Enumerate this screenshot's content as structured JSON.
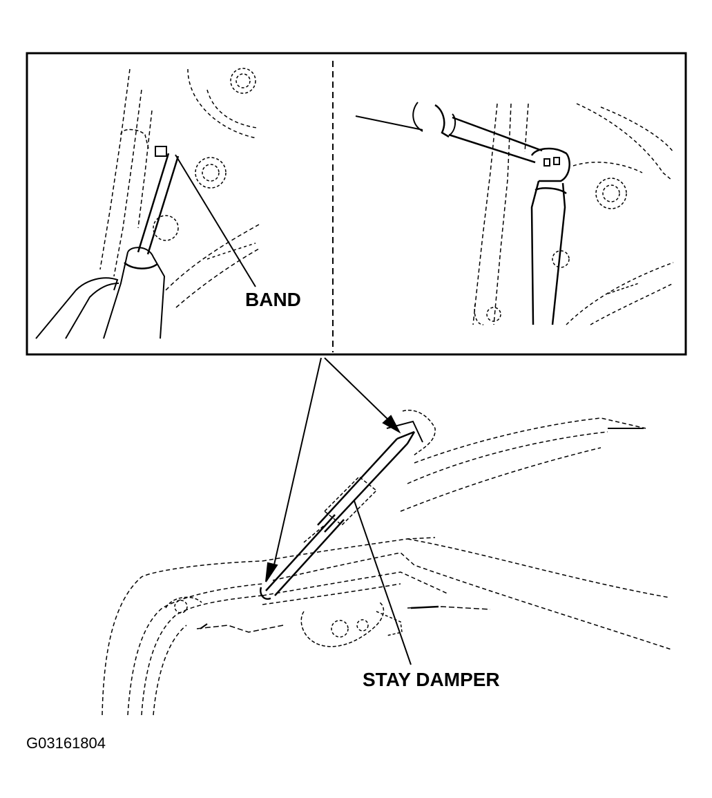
{
  "labels": {
    "band": "BAND",
    "stay_damper": "STAY DAMPER"
  },
  "figure_id": "G03161804",
  "colors": {
    "ink": "#000000",
    "background": "#ffffff"
  }
}
